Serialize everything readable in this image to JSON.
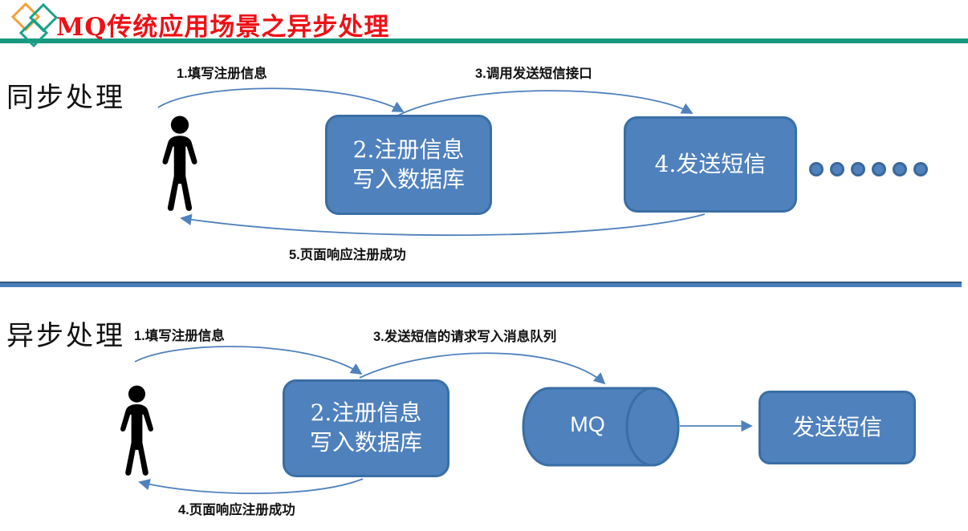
{
  "header": {
    "title": "MQ传统应用场景之异步处理"
  },
  "colors": {
    "title_red": "#ee1016",
    "accent_teal": "#18997f",
    "node_fill": "#4f81bd",
    "node_border": "#3a6ea5",
    "arrow_blue": "#4f81bd",
    "divider_blue": "#4a7dba",
    "logo_orange": "#f0a23c",
    "logo_green": "#1aa189"
  },
  "sync_section": {
    "label": "同步处理",
    "step1_label": "1.填写注册信息",
    "step3_label": "3.调用发送短信接口",
    "step5_label": "5.页面响应注册成功",
    "register_box": {
      "line1": "2.注册信息",
      "line2": "写入数据库"
    },
    "sms_box": "4.发送短信",
    "dots_count": 6
  },
  "async_section": {
    "label": "异步处理",
    "step1_label": "1.填写注册信息",
    "step3_label": "3.发送短信的请求写入消息队列",
    "step4_label": "4.页面响应注册成功",
    "register_box": {
      "line1": "2.注册信息",
      "line2": "写入数据库"
    },
    "mq_label": "MQ",
    "sms_box": "发送短信"
  }
}
